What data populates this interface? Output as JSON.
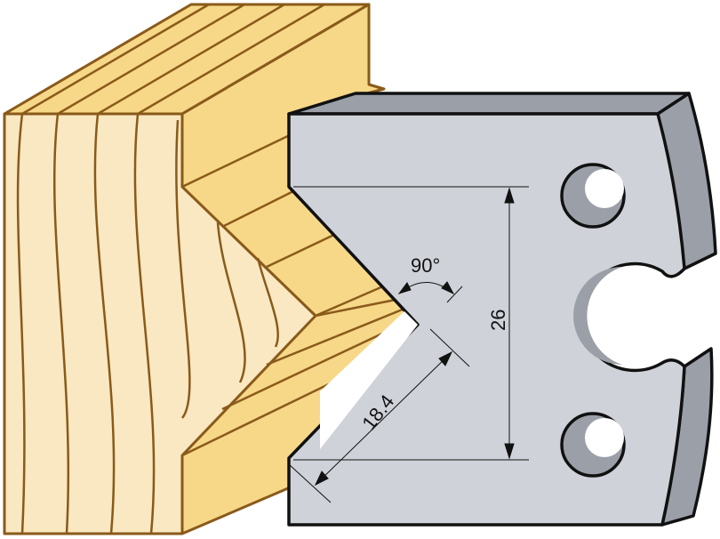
{
  "diagram": {
    "title_labels": {
      "angle": "90°",
      "height": "26",
      "depth": "18.4"
    },
    "colors": {
      "wood_light": "#f9e8c2",
      "wood_dark": "#f6d888",
      "wood_line": "#8a5a1a",
      "blade_front": "#cfd2d9",
      "blade_side": "#9b9fa8",
      "outline": "#111111"
    }
  }
}
